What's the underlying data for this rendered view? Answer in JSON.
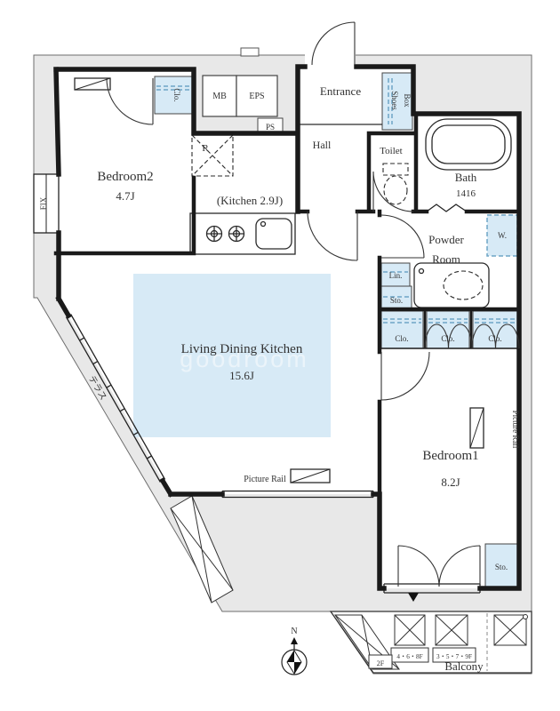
{
  "colors": {
    "band": "#e8e8e8",
    "highlight": "#d7eaf6",
    "wall": "#1a1a1a",
    "accent_dash": "#6fa5c5",
    "text": "#333333"
  },
  "rooms": {
    "bedroom2": {
      "name": "Bedroom2",
      "size": "4.7J"
    },
    "ldk": {
      "name": "Living Dining Kitchen",
      "size": "15.6J"
    },
    "bedroom1": {
      "name": "Bedroom1",
      "size": "8.2J"
    },
    "kitchen": {
      "label": "(Kitchen 2.9J)"
    },
    "entrance": {
      "name": "Entrance"
    },
    "hall": {
      "name": "Hall"
    },
    "toilet": {
      "name": "Toilet"
    },
    "bath": {
      "name": "Bath",
      "size": "1416"
    },
    "powder": {
      "line1": "Powder",
      "line2": "Room"
    },
    "balcony": {
      "name": "Balcony"
    }
  },
  "storage": {
    "bedroom2_closet": "Clo.",
    "shoes_line1": "Shoes",
    "shoes_line2": "Box",
    "washer": "W.",
    "linen": "Lin.",
    "hall_storage": "Sto.",
    "closet_1": "Clo.",
    "closet_2": "Clo.",
    "closet_3": "Clo.",
    "bedroom1_storage": "Sto."
  },
  "labels": {
    "mb": "MB",
    "eps": "EPS",
    "ps": "PS",
    "fridge": "R",
    "fix": "FIX",
    "terrace": "テラス",
    "picture_rail_living": "Picture Rail",
    "picture_rail_bedroom1": "Picture Rail",
    "floors_a": "4・6・8F",
    "floors_b": "3・5・7・9F",
    "floor_2f": "2F",
    "compass_north": "N",
    "watermark": "goodroom"
  }
}
